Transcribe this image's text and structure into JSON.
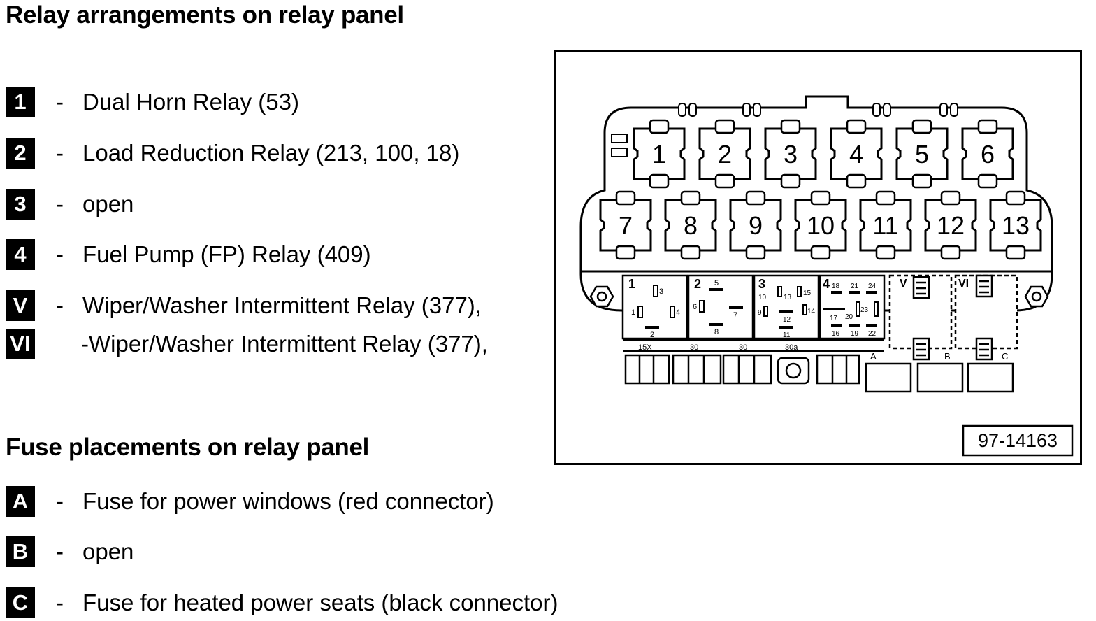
{
  "relay_section": {
    "heading": "Relay arrangements on relay panel",
    "items": [
      {
        "badge": "1",
        "dash": "-",
        "text": "Dual Horn Relay (53)"
      },
      {
        "badge": "2",
        "dash": "-",
        "text": "Load Reduction Relay (213, 100, 18)"
      },
      {
        "badge": "3",
        "dash": "-",
        "text": "open"
      },
      {
        "badge": "4",
        "dash": "-",
        "text": "Fuel Pump (FP) Relay (409)"
      },
      {
        "badge": "V",
        "dash": "-",
        "text": "Wiper/Washer Intermittent Relay (377),"
      },
      {
        "badge": "VI",
        "dash": "",
        "text": "-Wiper/Washer Intermittent Relay (377),"
      }
    ]
  },
  "fuse_section": {
    "heading": "Fuse placements on relay panel",
    "items": [
      {
        "badge": "A",
        "dash": "-",
        "text": "Fuse for power windows (red connector)"
      },
      {
        "badge": "B",
        "dash": "-",
        "text": "open"
      },
      {
        "badge": "C",
        "dash": "-",
        "text": "Fuse for heated power seats (black connector)"
      }
    ]
  },
  "diagram": {
    "figure_id": "97-14163",
    "top_row_slots": [
      "1",
      "2",
      "3",
      "4",
      "5",
      "6"
    ],
    "middle_row_slots": [
      "7",
      "8",
      "9",
      "10",
      "11",
      "12",
      "13"
    ],
    "relay_modules": [
      {
        "label": "1",
        "terminals": [
          "3",
          "1",
          "4",
          "2"
        ]
      },
      {
        "label": "2",
        "terminals": [
          "5",
          "6",
          "7",
          "8"
        ]
      },
      {
        "label": "3",
        "terminals": [
          "10",
          "13",
          "15",
          "9",
          "12",
          "14",
          "11"
        ]
      },
      {
        "label": "4",
        "terminals": [
          "18",
          "21",
          "24",
          "17",
          "20",
          "23",
          "16",
          "19",
          "22"
        ]
      },
      {
        "label": "V",
        "terminals": []
      },
      {
        "label": "VI",
        "terminals": []
      }
    ],
    "connector_labels": [
      "15X",
      "30",
      "30",
      "30a"
    ],
    "fuse_labels": [
      "A",
      "B",
      "C"
    ]
  }
}
